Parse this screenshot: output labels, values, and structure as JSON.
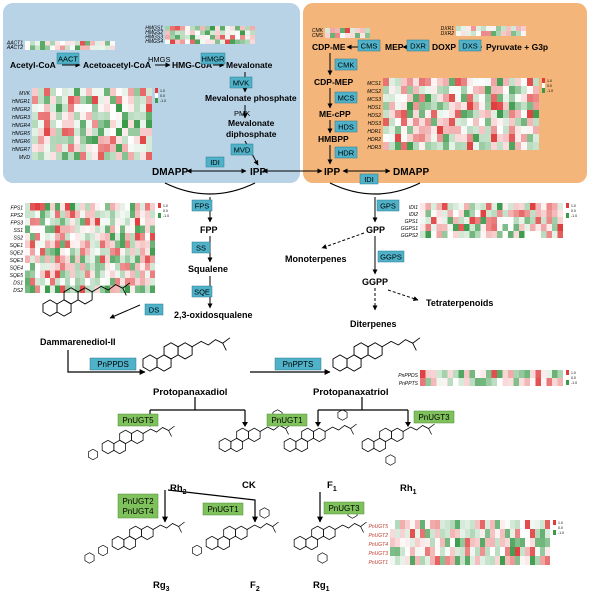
{
  "colors": {
    "mva_panel": "#b8d3e6",
    "mep_panel": "#f3b57a",
    "enzyme_box": "#4fb2c9",
    "ugt_box": "#7fc25d",
    "heat_red": "#e03c3c",
    "heat_white": "#ffffff",
    "heat_green": "#3a9a4a"
  },
  "mva": {
    "metabolites": {
      "acetyl_coa": "Acetyl-CoA",
      "acetoacetyl_coa": "Acetoacetyl-CoA",
      "hmg_coa": "HMG-CoA",
      "mevalonate": "Mevalonate",
      "mevalonate_phosphate": "Mevalonate phosphate",
      "mevalonate_diphosphate_1": "Mevalonate",
      "mevalonate_diphosphate_2": "diphosphate",
      "dmapp": "DMAPP",
      "ipp": "IPP"
    },
    "enzymes": {
      "aact": "AACT",
      "hmgs": "HMGS",
      "hmgr": "HMGR",
      "mvk": "MVK",
      "pmk": "PMK",
      "mvd": "MVD",
      "idi": "IDI"
    },
    "heatmap_genes_top": [
      "AACT1",
      "AACT2"
    ],
    "heatmap_genes_hmgs": [
      "HMGS1",
      "HMGS2",
      "HMGS3",
      "HMGS4"
    ],
    "heatmap_genes_left": [
      "MVK",
      "HMGR1",
      "HMGR2",
      "HMGR3",
      "HMGR4",
      "HMGR5",
      "HMGR6",
      "HMGR7",
      "MVD"
    ]
  },
  "mep": {
    "metabolites": {
      "cdp_me": "CDP-ME",
      "mep": "MEP",
      "doxp": "DOXP",
      "pyruvate": "Pyruvate + G3p",
      "cdp_mep": "CDP-MEP",
      "me_cpp": "ME-cPP",
      "hmbpp": "HMBPP",
      "ipp": "IPP",
      "dmapp": "DMAPP"
    },
    "enzymes": {
      "cms": "CMS",
      "dxr": "DXR",
      "dxs": "DXS",
      "cmk": "CMK",
      "mcs": "MCS",
      "hds": "HDS",
      "hdr": "HDR",
      "idi": "IDI"
    },
    "heatmap_genes_top_left": [
      "CMK",
      "CMS"
    ],
    "heatmap_genes_top_right": [
      "DXR1",
      "DXR2"
    ],
    "heatmap_genes_right": [
      "MCS1",
      "MCS2",
      "MCS3",
      "HDS1",
      "HDS2",
      "HDS3",
      "HDR1",
      "HDR2",
      "HDR3"
    ]
  },
  "downstream": {
    "metabolites": {
      "fpp": "FPP",
      "squalene": "Squalene",
      "oxidosqualene": "2,3-oxidosqualene",
      "dammarenediol": "Dammarenediol-II",
      "gpp": "GPP",
      "monoterpenes": "Monoterpenes",
      "ggpp": "GGPP",
      "tetraterpenoids": "Tetraterpenoids",
      "diterpenes": "Diterpenes"
    },
    "enzymes": {
      "fps": "FPS",
      "ss": "SS",
      "sqe": "SQE",
      "ds": "DS",
      "gps": "GPS",
      "ggps": "GGPS"
    },
    "heatmap_genes_left": [
      "FPS1",
      "FPS2",
      "FPS3",
      "SS1",
      "SS2",
      "SQE1",
      "SQE2",
      "SQE3",
      "SQE4",
      "SQE5",
      "DS1",
      "DS2"
    ],
    "heatmap_genes_right": [
      "IDI1",
      "IDI2",
      "GPS1",
      "GGPS1",
      "GGPS2"
    ]
  },
  "ginsenoside": {
    "metabolites": {
      "ppd": "Protopanaxadiol",
      "ppt": "Protopanaxatriol",
      "rh2": "Rh",
      "rh2_sub": "2",
      "ck": "CK",
      "f1": "F",
      "f1_sub": "1",
      "rh1": "Rh",
      "rh1_sub": "1",
      "rg3": "Rg",
      "rg3_sub": "3",
      "f2": "F",
      "f2_sub": "2",
      "rg1": "Rg",
      "rg1_sub": "1"
    },
    "enzymes": {
      "pnppds": "PnPPDS",
      "pnppts": "PnPPTS",
      "pnugt5": "PnUGT5",
      "pnugt1_a": "PnUGT1",
      "pnugt3_a": "PnUGT3",
      "pnugt2": "PnUGT2",
      "pnugt4": "PnUGT4",
      "pnugt1_b": "PnUGT1",
      "pnugt3_b": "PnUGT3"
    },
    "heatmap_genes_p450": [
      "PnPPDS",
      "PnPPTS"
    ],
    "heatmap_genes_ugt": [
      "PnUGT5",
      "PnUGT2",
      "PnUGT4",
      "PnUGT3",
      "PnUGT1"
    ]
  },
  "legend_scale": [
    "1.0",
    "0.0",
    "-1.0"
  ]
}
